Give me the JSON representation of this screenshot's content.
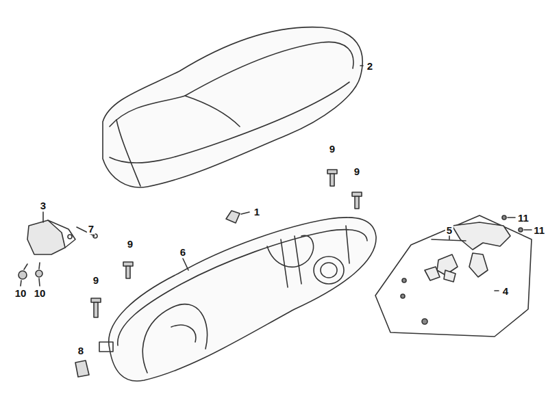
{
  "diagram": {
    "labels": [
      "2",
      "9",
      "9",
      "3",
      "1",
      "11",
      "7",
      "11",
      "5",
      "9",
      "6",
      "9",
      "4",
      "10",
      "10",
      "8"
    ]
  }
}
